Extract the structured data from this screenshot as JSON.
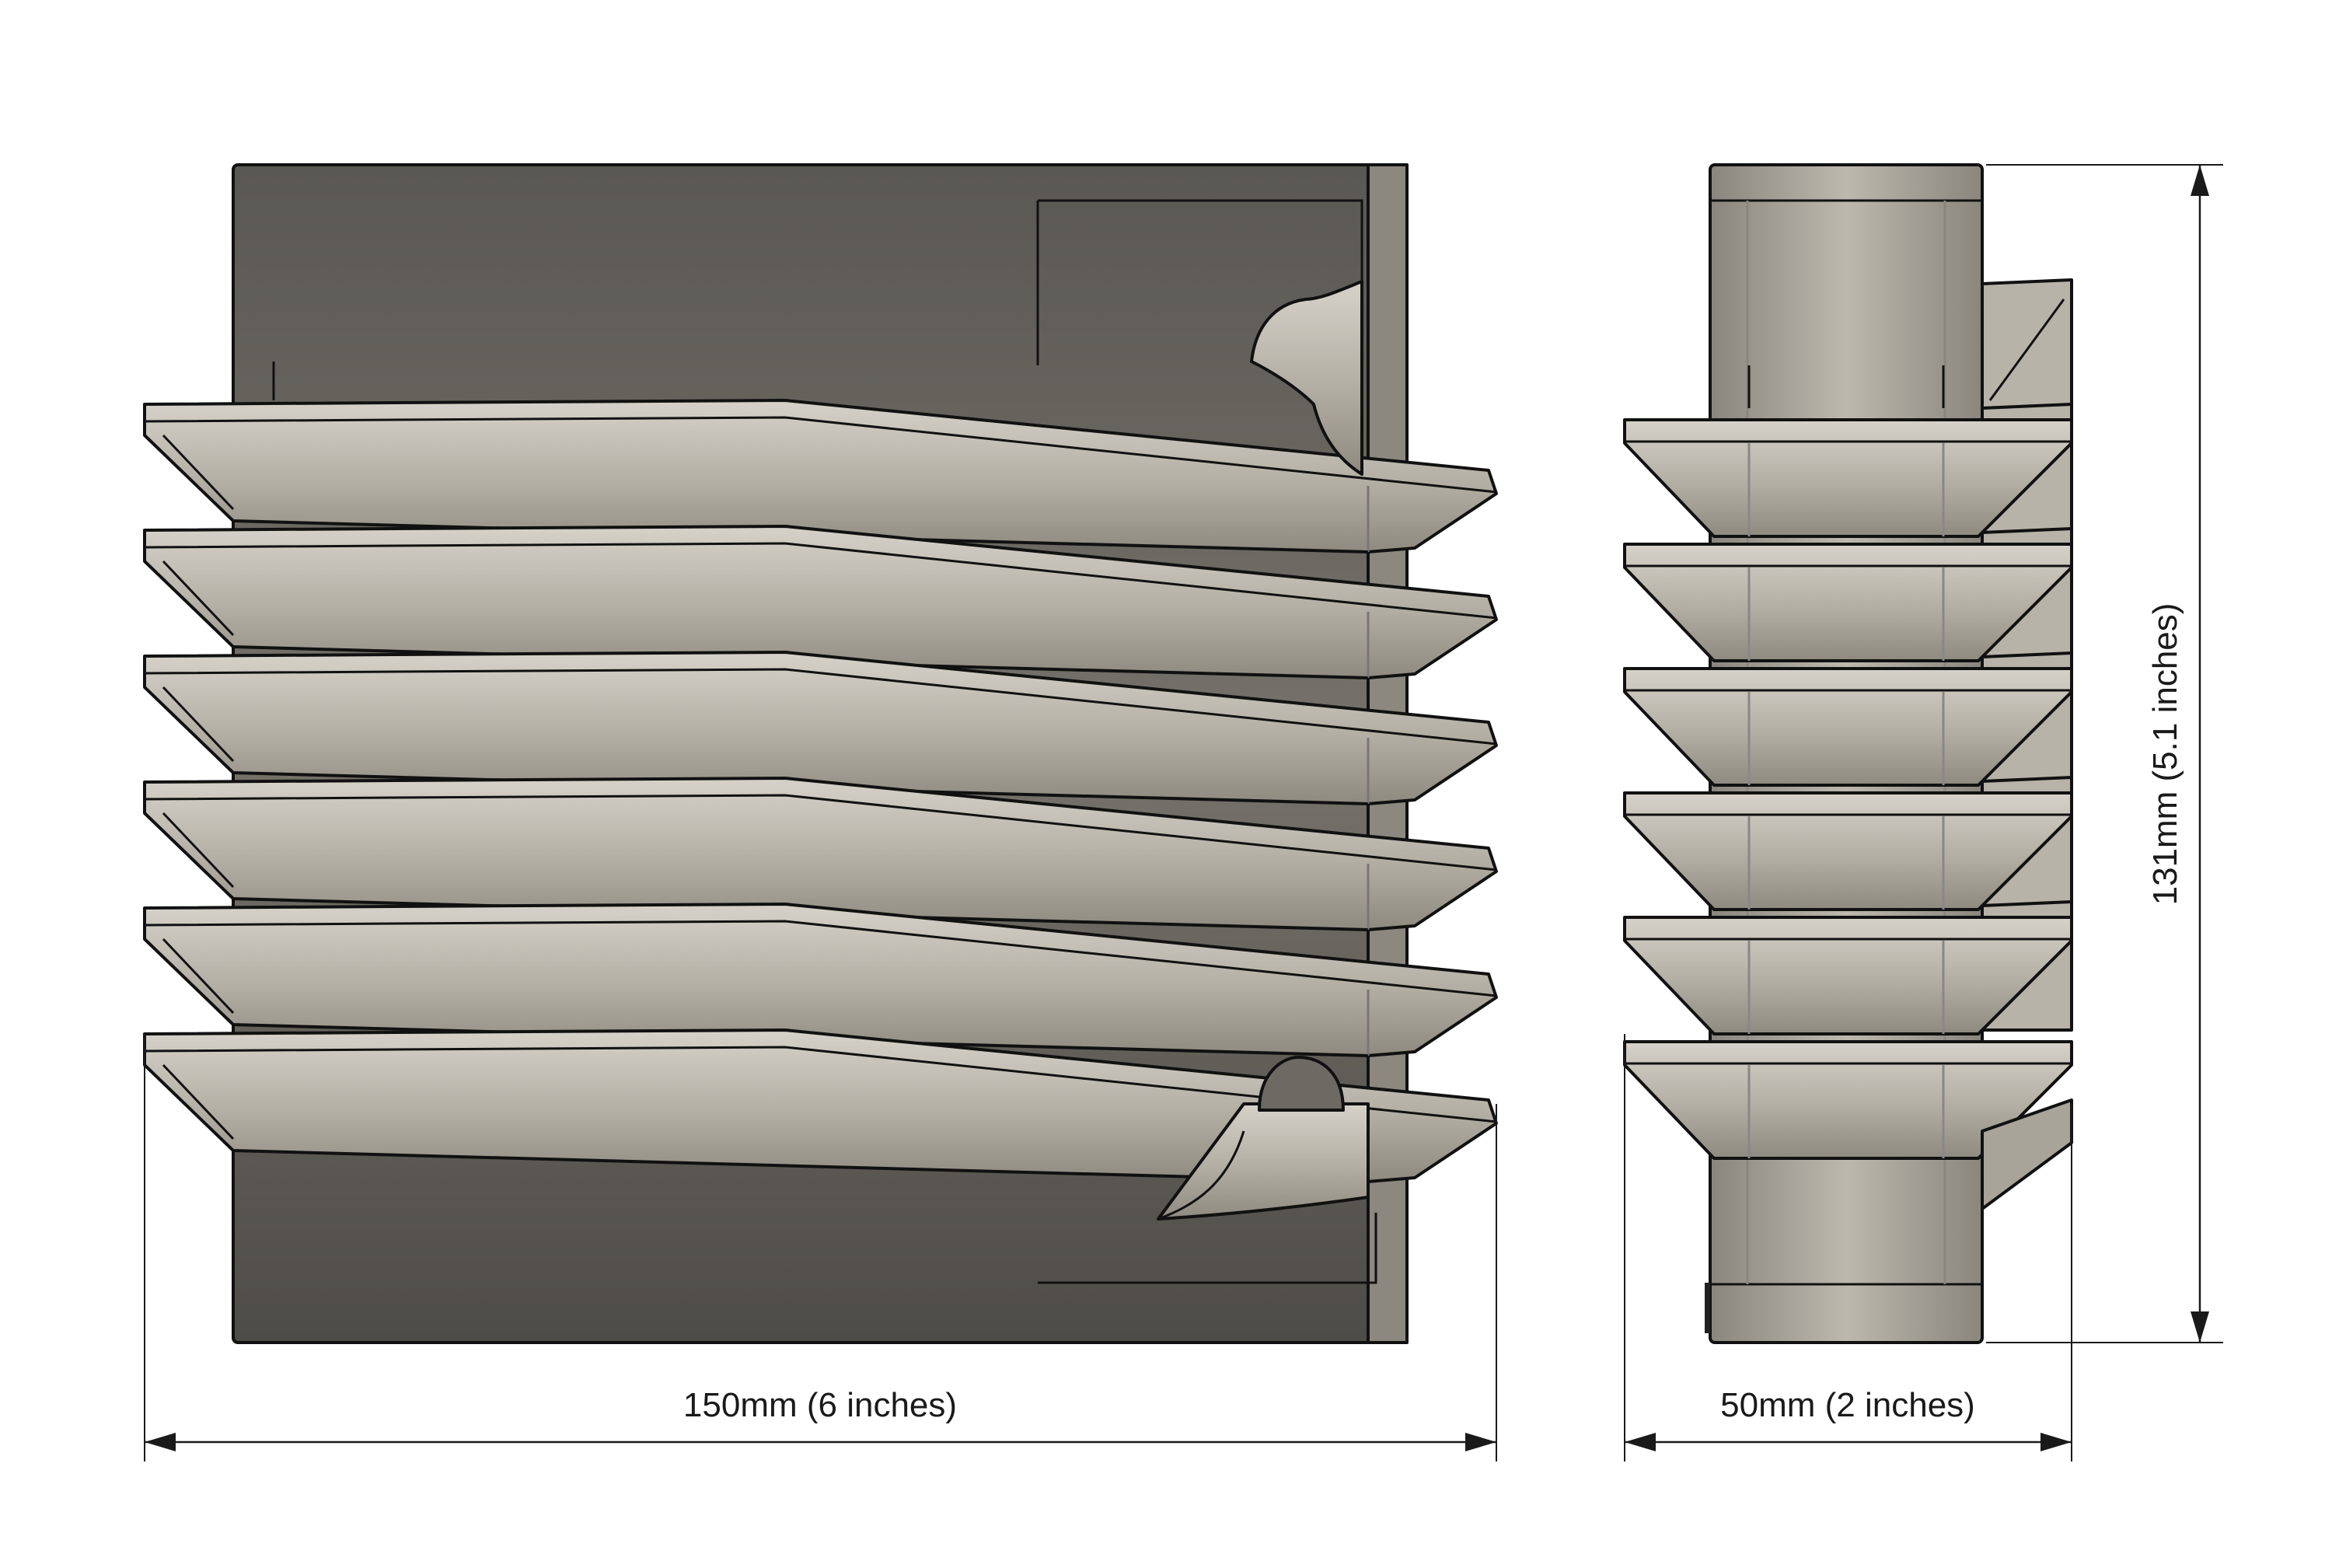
{
  "dimensions": {
    "width_front": "150mm (6 inches)",
    "width_side": "50mm (2 inches)",
    "height": "131mm (5.1 inches)"
  },
  "colors": {
    "body_dark": "#4f4d48",
    "body_mid": "#6e6a63",
    "shelf_light": "#c9c5bc",
    "shelf_mid": "#a7a297",
    "shelf_dark": "#8d887e",
    "outline": "#111111",
    "dimension": "#1a1a1a"
  },
  "views": {
    "front": {
      "shelf_count": 6
    },
    "side": {
      "shelf_count": 6
    }
  }
}
